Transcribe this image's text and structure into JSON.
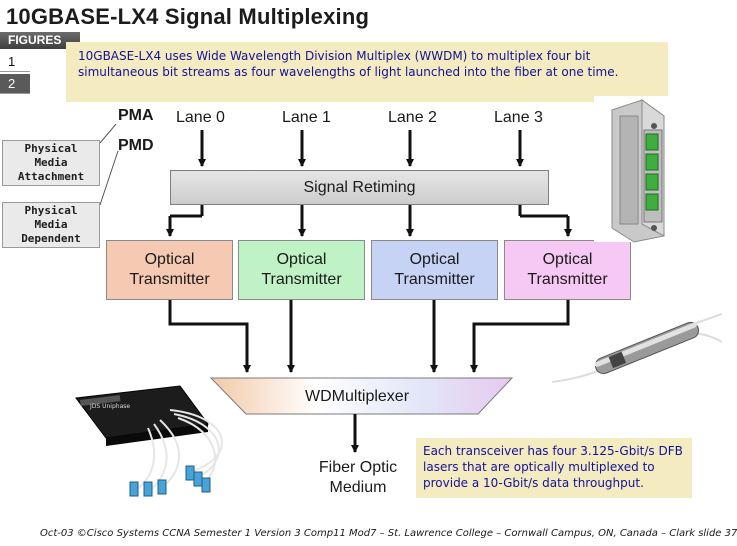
{
  "title": "10GBASE-LX4 Signal Multiplexing",
  "figures": {
    "header": "FIGURES",
    "items": [
      "1",
      "2"
    ]
  },
  "description": "10GBASE-LX4  uses Wide Wavelength Division Multiplex (WWDM) to multiplex four bit simultaneous bit streams as four wavelengths of light launched into the fiber at one time.",
  "diagram": {
    "pma_label": "PMA",
    "pmd_label": "PMD",
    "pma_callout": [
      "Physical Media",
      "Attachment"
    ],
    "pmd_callout": [
      "Physical Media",
      "Dependent"
    ],
    "lanes": [
      "Lane 0",
      "Lane 1",
      "Lane 2",
      "Lane 3"
    ],
    "retiming": "Signal Retiming",
    "transmitters": [
      {
        "line1": "Optical",
        "line2": "Transmitter",
        "color": "#f6c9b2"
      },
      {
        "line1": "Optical",
        "line2": "Transmitter",
        "color": "#bff3c6"
      },
      {
        "line1": "Optical",
        "line2": "Transmitter",
        "color": "#c6d3f5"
      },
      {
        "line1": "Optical",
        "line2": "Transmitter",
        "color": "#f5c9f3"
      }
    ],
    "multiplexer": "WDMultiplexer",
    "fiber": [
      "Fiber Optic",
      "Medium"
    ]
  },
  "note": "Each transceiver has four 3.125-Gbit/s DFB lasers that are optically multiplexed to provide a 10-Gbit/s data throughput.",
  "footer": "Oct-03 ©Cisco Systems CCNA Semester 1 Version 3 Comp11 Mod7 – St. Lawrence College – Cornwall Campus, ON, Canada – Clark slide 37",
  "device_label": "JDS Uniphase"
}
